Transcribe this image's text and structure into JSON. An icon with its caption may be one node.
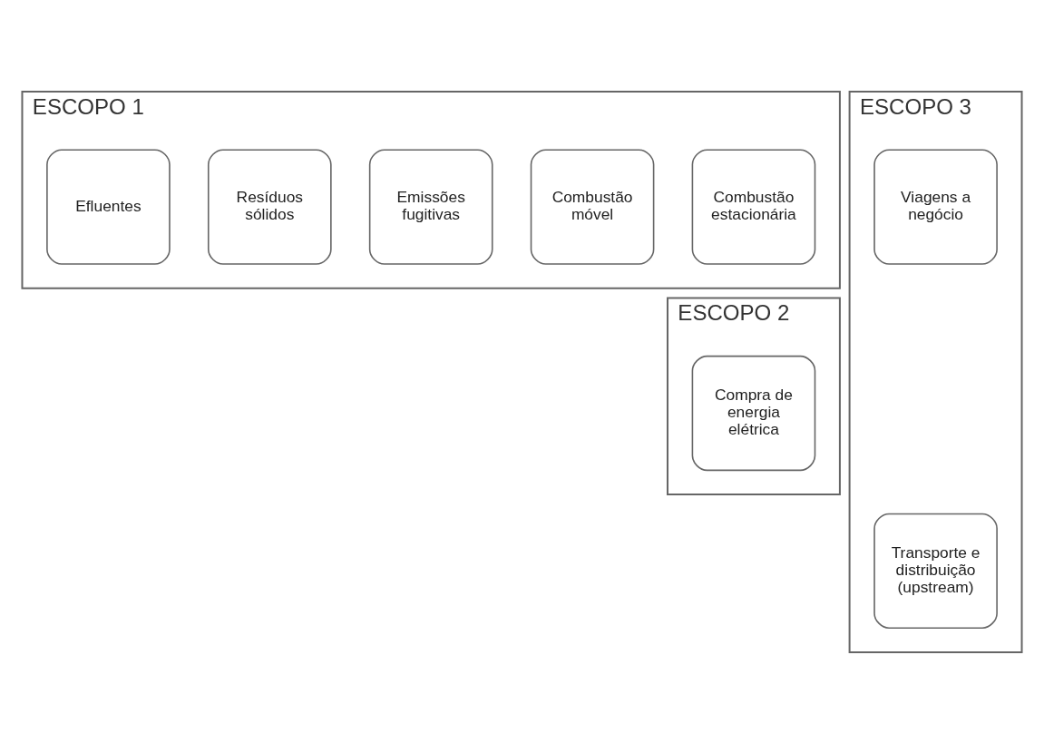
{
  "diagram": {
    "nodes": [
      {
        "text": [
          "ESCOPO 1"
        ]
      },
      {
        "text": [
          "Combustão estacionária"
        ],
        "in": 0
      },
      {
        "text": [
          "Combustão móvel"
        ],
        "in": 0
      },
      {
        "text": [
          "Emissões fugitivas"
        ],
        "in": 0
      },
      {
        "text": [
          "Resíduos sólidos"
        ],
        "in": 0
      },
      {
        "text": [
          "Efluentes"
        ],
        "in": 0
      },
      {
        "text": [
          "ESCOPO 2"
        ]
      },
      {
        "text": [
          "Compra de energia elétrica"
        ],
        "in": 6
      },
      {
        "text": [
          "ESCOPO 3"
        ]
      },
      {
        "text": [
          "Transporte e distribuição (upstream)"
        ],
        "in": 8
      },
      {
        "text": [
          "Viagens a negócio"
        ],
        "in": 8
      }
    ],
    "edges": []
  }
}
